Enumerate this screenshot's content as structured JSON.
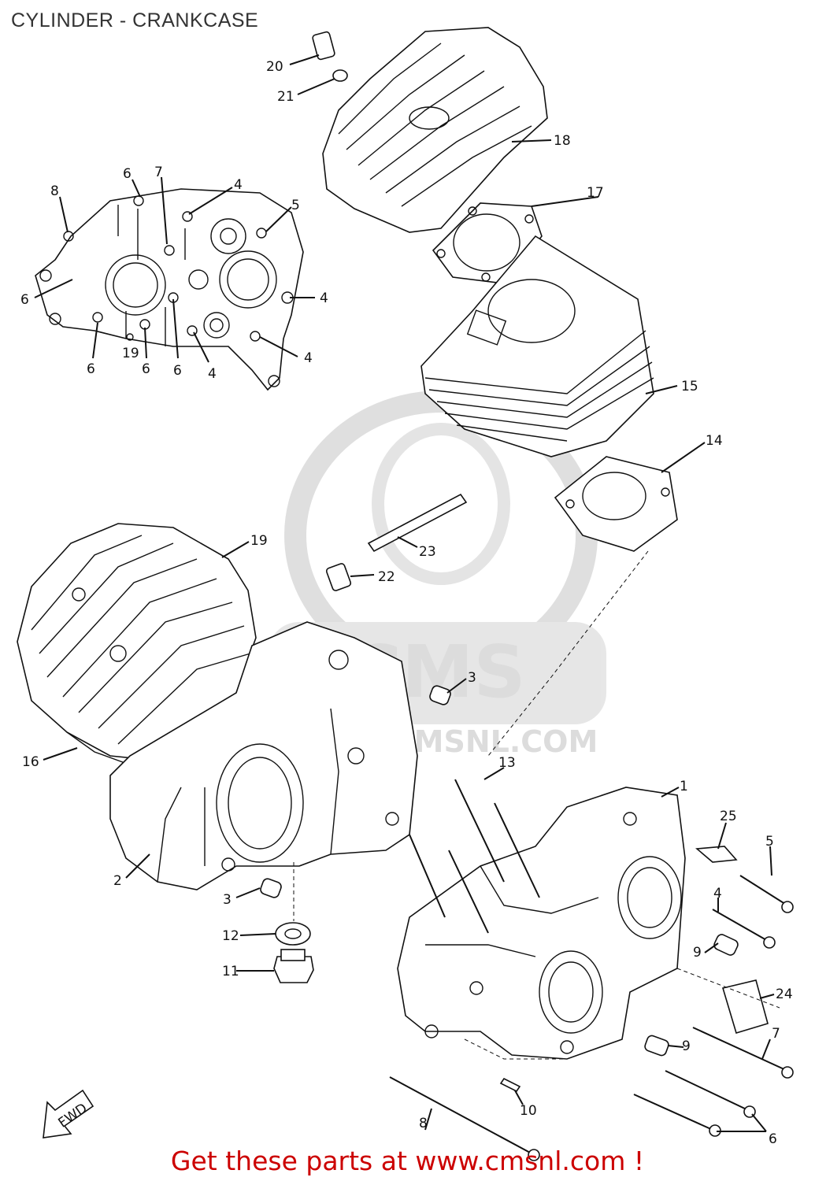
{
  "title": "CYLINDER - CRANKCASE",
  "footer": "Get these parts at www.cmsnl.com !",
  "fwd_label": "FWD",
  "watermark": {
    "logo_text": "CMS",
    "url_text": "WWW.CMSNL.COM",
    "color": "#d9d9d9"
  },
  "colors": {
    "footer": "#cc0000",
    "lines": "#111111"
  },
  "callouts": [
    {
      "id": "c20",
      "label": "20"
    },
    {
      "id": "c21",
      "label": "21"
    },
    {
      "id": "c18",
      "label": "18"
    },
    {
      "id": "c17",
      "label": "17"
    },
    {
      "id": "c15",
      "label": "15"
    },
    {
      "id": "c14",
      "label": "14"
    },
    {
      "id": "c6a",
      "label": "6"
    },
    {
      "id": "c7a",
      "label": "7"
    },
    {
      "id": "c4a",
      "label": "4"
    },
    {
      "id": "c8a",
      "label": "8"
    },
    {
      "id": "c5a",
      "label": "5"
    },
    {
      "id": "c6b",
      "label": "6"
    },
    {
      "id": "c4b",
      "label": "4"
    },
    {
      "id": "c4c",
      "label": "4"
    },
    {
      "id": "c6c",
      "label": "6"
    },
    {
      "id": "c19a",
      "label": "19"
    },
    {
      "id": "c6d",
      "label": "6"
    },
    {
      "id": "c6e",
      "label": "6"
    },
    {
      "id": "c4d",
      "label": "4"
    },
    {
      "id": "c19b",
      "label": "19"
    },
    {
      "id": "c23",
      "label": "23"
    },
    {
      "id": "c22",
      "label": "22"
    },
    {
      "id": "c3a",
      "label": "3"
    },
    {
      "id": "c16",
      "label": "16"
    },
    {
      "id": "c13",
      "label": "13"
    },
    {
      "id": "c1",
      "label": "1"
    },
    {
      "id": "c25",
      "label": "25"
    },
    {
      "id": "c5b",
      "label": "5"
    },
    {
      "id": "c2",
      "label": "2"
    },
    {
      "id": "c4e",
      "label": "4"
    },
    {
      "id": "c3b",
      "label": "3"
    },
    {
      "id": "c9a",
      "label": "9"
    },
    {
      "id": "c12",
      "label": "12"
    },
    {
      "id": "c11",
      "label": "11"
    },
    {
      "id": "c24",
      "label": "24"
    },
    {
      "id": "c7b",
      "label": "7"
    },
    {
      "id": "c9b",
      "label": "9"
    },
    {
      "id": "c10",
      "label": "10"
    },
    {
      "id": "c8b",
      "label": "8"
    },
    {
      "id": "c6f",
      "label": "6"
    }
  ]
}
